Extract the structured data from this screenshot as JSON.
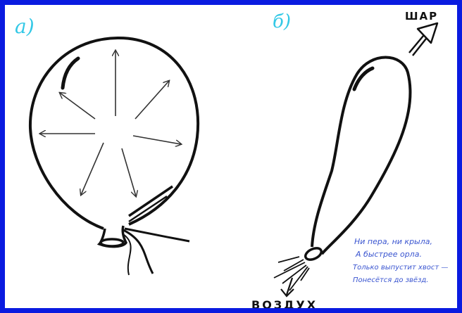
{
  "panel_a": {
    "label": "а)"
  },
  "panel_b": {
    "label": "б)",
    "arrow_label": "ШАР",
    "air_label": "ВОЗДУХ"
  },
  "poem": {
    "lines": [
      "Ни пера, ни крыла,",
      "А быстрее орла.",
      "Только выпустит хвост —",
      "Понесётся до звёзд."
    ]
  },
  "colors": {
    "border": "#0a1be0",
    "label_blue": "#33c8e6",
    "poem_blue": "#3a55d0",
    "ink": "#111111"
  }
}
